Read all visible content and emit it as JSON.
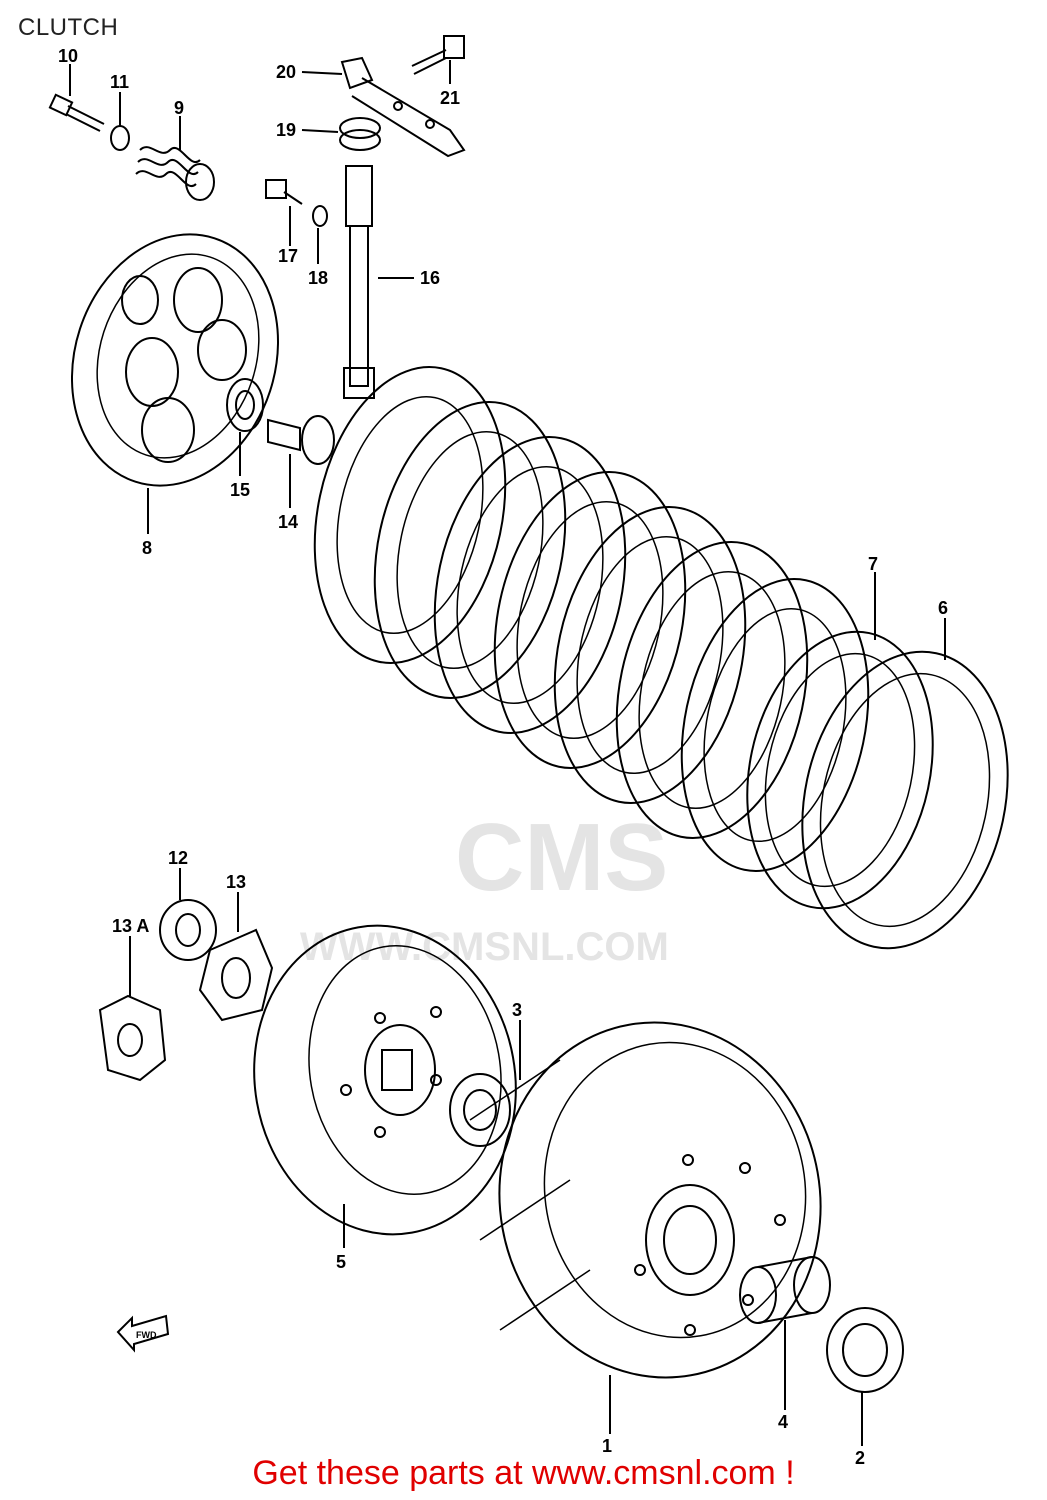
{
  "page": {
    "title": "CLUTCH"
  },
  "watermark": {
    "logo": "CMS",
    "site": "WWW.CMSNL.COM"
  },
  "direction_marker": "FWD",
  "callouts": {
    "p1": "1",
    "p2": "2",
    "p3": "3",
    "p4": "4",
    "p5": "5",
    "p6": "6",
    "p7": "7",
    "p8": "8",
    "p9": "9",
    "p10": "10",
    "p11": "11",
    "p12": "12",
    "p13": "13",
    "p13a": "13 A",
    "p14": "14",
    "p15": "15",
    "p16": "16",
    "p17": "17",
    "p18": "18",
    "p19": "19",
    "p20": "20",
    "p21": "21"
  },
  "footer": {
    "text": "Get these parts at www.cmsnl.com !",
    "color": "#e00000"
  }
}
